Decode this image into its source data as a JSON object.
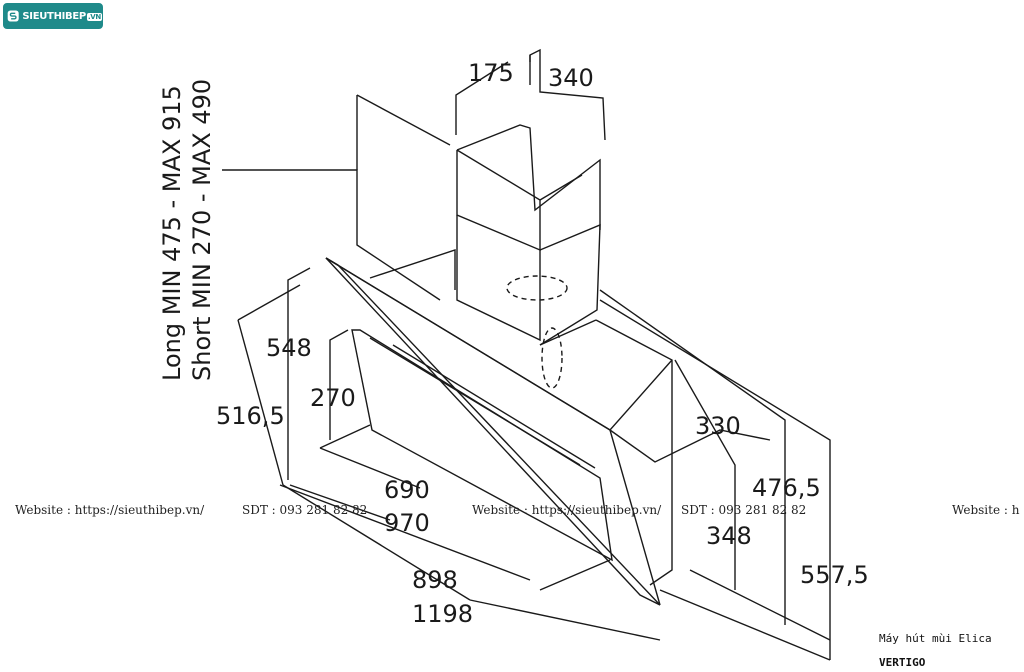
{
  "brand": {
    "logo_text": "SIEUTHIBEP",
    "logo_suffix": ".VN",
    "logo_icon": "s-shield-icon"
  },
  "vertical_labels": {
    "long": "Long MIN 475 - MAX 915",
    "short": "Short MIN 270 - MAX 490"
  },
  "dimensions": {
    "d175": "175",
    "d340": "340",
    "d548": "548",
    "d270": "270",
    "d516_5": "516,5",
    "d690": "690",
    "d970": "970",
    "d898": "898",
    "d1198": "1198",
    "d330": "330",
    "d476_5": "476,5",
    "d348": "348",
    "d557_5": "557,5"
  },
  "watermark": {
    "website": "Website : https://sieuthibep.vn/",
    "phone": "SDT : 093 281 82 82",
    "website_partial": "Website : h"
  },
  "caption": {
    "product": "Máy hút mùi Elica",
    "model": "VERTIGO"
  }
}
